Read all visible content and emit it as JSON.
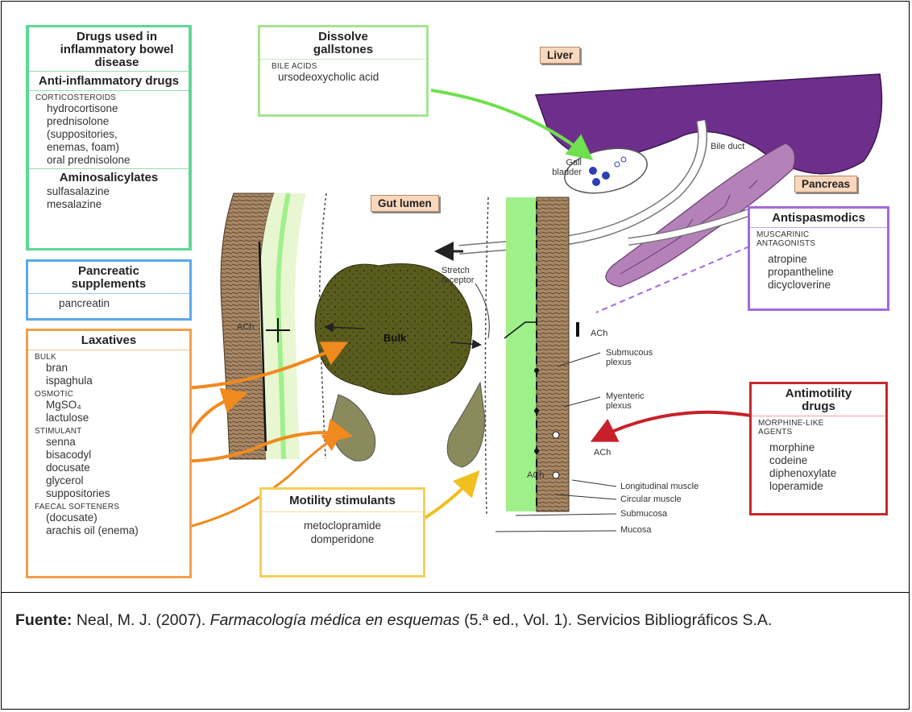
{
  "ibd": {
    "title": "Drugs used in inflammatory bowel disease",
    "anti_inflammatory": "Anti-inflammatory drugs",
    "corticosteroids_label": "CORTICOSTEROIDS",
    "corticosteroids": [
      "hydrocortisone",
      "prednisolone",
      "(suppositories,",
      "enemas, foam)",
      "oral prednisolone"
    ],
    "aminosalicylates": "Aminosalicylates",
    "aminosalicylates_items": [
      "sulfasalazine",
      "mesalazine"
    ]
  },
  "pancreatic": {
    "title": "Pancreatic supplements",
    "item": "pancreatin"
  },
  "laxatives": {
    "title": "Laxatives",
    "groups": [
      {
        "label": "BULK",
        "items": [
          "bran",
          "ispaghula"
        ]
      },
      {
        "label": "OSMOTIC",
        "items": [
          "MgSO₄",
          "lactulose"
        ]
      },
      {
        "label": "STIMULANT",
        "items": [
          "senna",
          "bisacodyl",
          "docusate",
          "glycerol",
          "suppositories"
        ]
      },
      {
        "label": "FAECAL SOFTENERS",
        "items": [
          "(docusate)",
          "arachis oil (enema)"
        ]
      }
    ]
  },
  "gallstones": {
    "title": "Dissolve gallstones",
    "category": "BILE ACIDS",
    "item": "ursodeoxycholic acid"
  },
  "antispasmodics": {
    "title": "Antispasmodics",
    "category": "MUSCARINIC ANTAGONISTS",
    "items": [
      "atropine",
      "propantheline",
      "dicycloverine"
    ]
  },
  "antimotility": {
    "title": "Antimotility drugs",
    "category": "MORPHINE-LIKE AGENTS",
    "items": [
      "morphine",
      "codeine",
      "diphenoxylate",
      "loperamide"
    ]
  },
  "motility": {
    "title": "Motility stimulants",
    "items": [
      "metoclopramide",
      "domperidone"
    ]
  },
  "tags": {
    "liver": "Liver",
    "pancreas": "Pancreas",
    "gut_lumen": "Gut lumen"
  },
  "labels": {
    "bile_duct": "Bile duct",
    "gall_bladder": "Gall bladder",
    "stretch_receptor": "Stretch receptor",
    "bulk": "Bulk",
    "ach": "ACh",
    "submucous_plexus": "Submucous plexus",
    "myenteric_plexus": "Myenteric plexus",
    "longitudinal_muscle": "Longitudinal muscle",
    "circular_muscle": "Circular muscle",
    "submucosa": "Submucosa",
    "mucosa": "Mucosa"
  },
  "caption": {
    "label": "Fuente:",
    "authors": "Neal, M. J. (2007).",
    "book": "Farmacología médica en esquemas",
    "details": "(5.ª ed., Vol. 1). Servicios Bibliográficos S.A."
  },
  "colors": {
    "liver": "#6e2f8c",
    "pancreas": "#b482b8",
    "bulk": "#5b5d1f",
    "muscle": "#8a6a50",
    "mucosa_green": "#9ff08a"
  }
}
